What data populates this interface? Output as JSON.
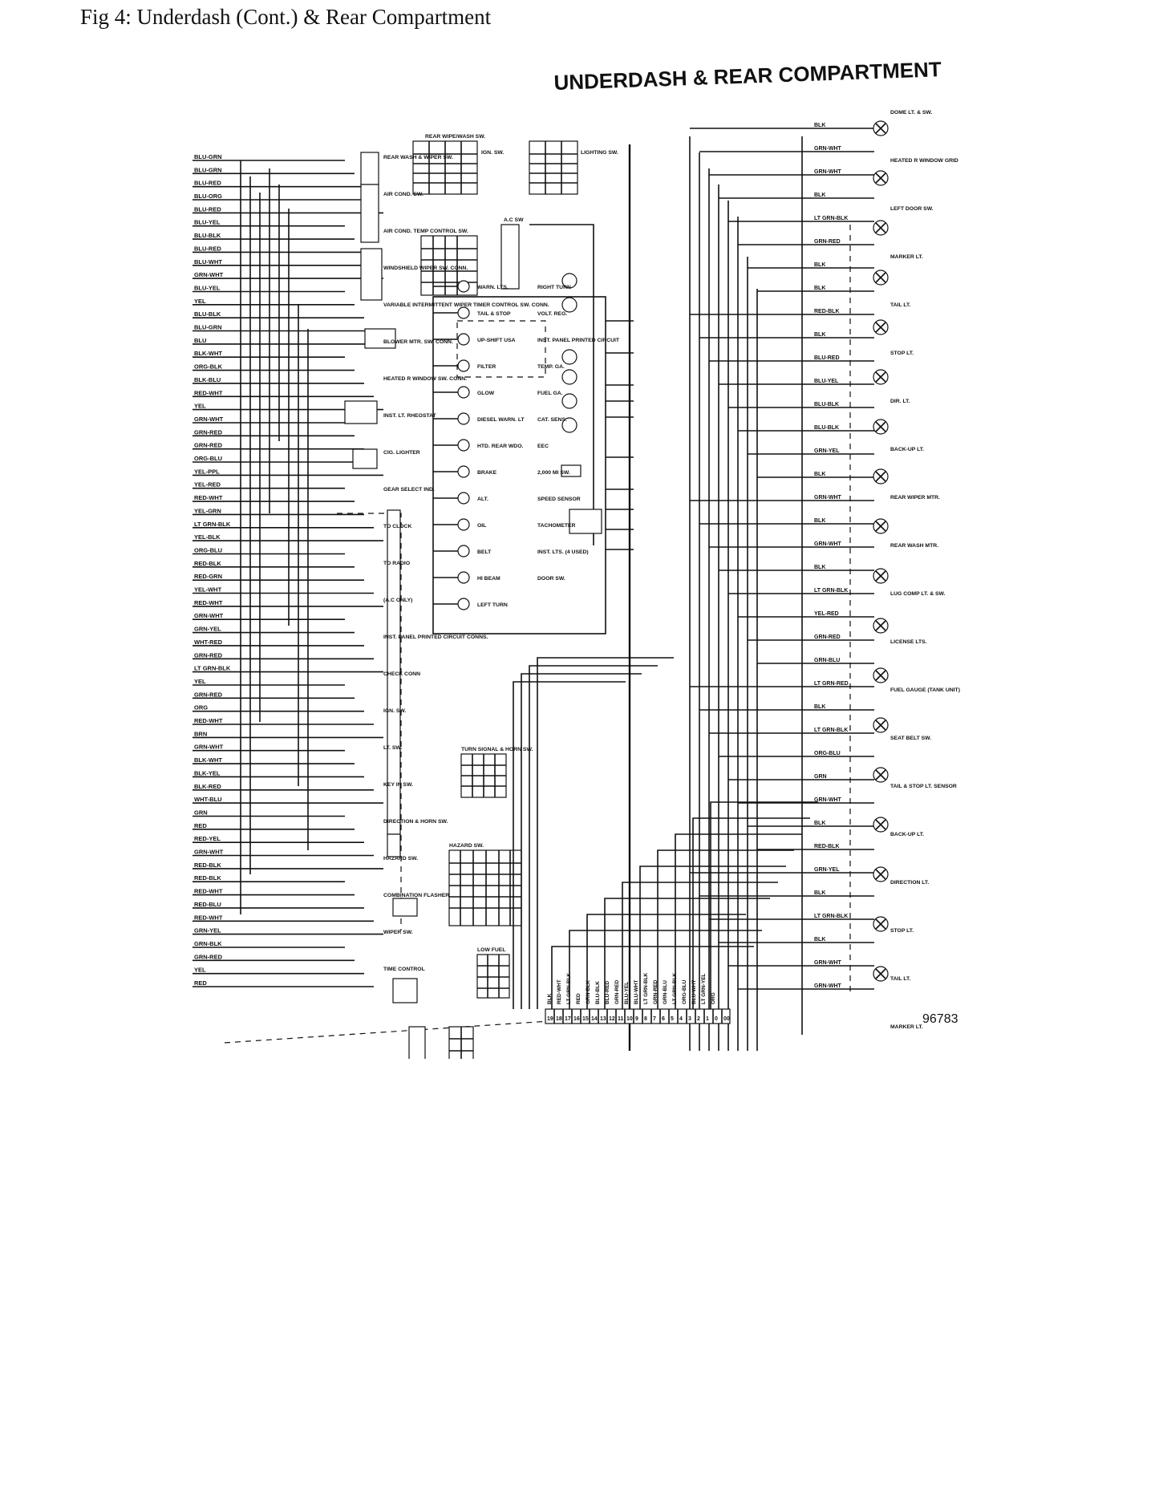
{
  "page": {
    "caption": "Fig 4: Underdash (Cont.) & Rear Compartment"
  },
  "diagram": {
    "title": "UNDERDASH & REAR COMPARTMENT",
    "code": "96783",
    "left_wire_labels": [
      "BLU-GRN",
      "BLU-GRN",
      "BLU-RED",
      "BLU-ORG",
      "BLU-RED",
      "BLU-YEL",
      "BLU-BLK",
      "BLU-RED",
      "BLU-WHT",
      "GRN-WHT",
      "BLU-YEL",
      "YEL",
      "BLU-BLK",
      "BLU-GRN",
      "BLU",
      "BLK-WHT",
      "ORG-BLK",
      "BLK-BLU",
      "RED-WHT",
      "YEL",
      "GRN-WHT",
      "GRN-RED",
      "GRN-RED",
      "ORG-BLU",
      "YEL-PPL",
      "YEL-RED",
      "RED-WHT",
      "YEL-GRN",
      "LT GRN-BLK",
      "YEL-BLK",
      "ORG-BLU",
      "RED-BLK",
      "RED-GRN",
      "YEL-WHT",
      "RED-WHT",
      "GRN-WHT",
      "GRN-YEL",
      "WHT-RED",
      "GRN-RED",
      "LT GRN-BLK",
      "YEL",
      "GRN-RED",
      "ORG",
      "RED-WHT",
      "BRN",
      "GRN-WHT",
      "BLK-WHT",
      "BLK-YEL",
      "BLK-RED",
      "WHT-BLU",
      "GRN",
      "RED",
      "RED-YEL",
      "GRN-WHT",
      "RED-BLK",
      "RED-BLK",
      "RED-WHT",
      "RED-BLU",
      "RED-WHT",
      "GRN-YEL",
      "GRN-BLK",
      "GRN-RED",
      "YEL",
      "RED"
    ],
    "component_labels": [
      "REAR WASH & WIPER SW.",
      "AIR COND. SW.",
      "AIR COND. TEMP CONTROL SW.",
      "WINDSHIELD WIPER SW. CONN.",
      "VARIABLE INTERMITTENT WIPER TIMER CONTROL SW. CONN.",
      "BLOWER MTR. SW. CONN.",
      "HEATED R WINDOW SW. CONN.",
      "INST. LT. RHEOSTAT",
      "CIG. LIGHTER",
      "GEAR SELECT IND.",
      "TO CLOCK",
      "TO RADIO",
      "(A.C ONLY)",
      "INST. PANEL PRINTED CIRCUIT CONNS.",
      "CHECK CONN",
      "IGN. SW.",
      "LT. SW.",
      "KEY IN SW.",
      "DIRECTION & HORN SW.",
      "HAZARD SW.",
      "COMBINATION FLASHER",
      "WIPER SW.",
      "TIME CONTROL",
      "REAR WIPE/WASH SW.",
      "A.C SW",
      "IGN. SW.",
      "LIGHTING SW.",
      "TURN SIGNAL & HORN SW.",
      "HAZARD SW.",
      "LOW FUEL",
      "WARN. LTS.",
      "TAIL & STOP",
      "UP-SHIFT USA",
      "FILTER",
      "GLOW",
      "DIESEL WARN. LT",
      "HTD. REAR WDO.",
      "BRAKE",
      "ALT.",
      "OIL",
      "BELT",
      "HI BEAM",
      "LEFT TURN",
      "RIGHT TURN",
      "VOLT. REG.",
      "INST. PANEL PRINTED CIRCUIT",
      "TEMP. GA.",
      "FUEL GA.",
      "CAT. SENS.",
      "EEC",
      "2,000 MI SW.",
      "SPEED SENSOR",
      "TACHOMETER",
      "INST. LTS. (4 USED)",
      "DOOR SW.",
      "DOME LT. & SW.",
      "HEATED R WINDOW GRID",
      "LEFT DOOR SW.",
      "MARKER LT.",
      "TAIL LT.",
      "STOP LT.",
      "DIR. LT.",
      "BACK-UP LT.",
      "REAR WIPER MTR.",
      "REAR WASH MTR.",
      "LUG COMP LT. & SW.",
      "LICENSE LTS.",
      "FUEL GAUGE (TANK UNIT)",
      "SEAT BELT SW.",
      "TAIL & STOP LT. SENSOR",
      "BACK-UP LT.",
      "DIRECTION LT.",
      "STOP LT.",
      "TAIL LT.",
      "MARKER LT."
    ],
    "right_wire_labels": [
      "BLK",
      "GRN-WHT",
      "GRN-WHT",
      "BLK",
      "LT GRN-BLK",
      "GRN-RED",
      "BLK",
      "BLK",
      "RED-BLK",
      "BLK",
      "BLU-RED",
      "BLU-YEL",
      "BLU-BLK",
      "BLU-BLK",
      "GRN-YEL",
      "BLK",
      "GRN-WHT",
      "BLK",
      "GRN-WHT",
      "BLK",
      "LT GRN-BLK",
      "YEL-RED",
      "GRN-RED",
      "GRN-BLU",
      "LT GRN-RED",
      "BLK",
      "LT GRN-BLK",
      "ORG-BLU",
      "GRN",
      "GRN-WHT",
      "BLK",
      "RED-BLK",
      "GRN-YEL",
      "BLK",
      "LT GRN-BLK",
      "BLK",
      "GRN-WHT",
      "GRN-WHT"
    ],
    "bottom_connector_pins": [
      "19",
      "18",
      "17",
      "16",
      "15",
      "14",
      "13",
      "12",
      "11",
      "10",
      "9",
      "8",
      "7",
      "6",
      "5",
      "4",
      "3",
      "2",
      "1",
      "0",
      "00"
    ],
    "bottom_wire_labels": [
      "BLK",
      "RED-WHT",
      "LT GRN-BLK",
      "RED",
      "GRN-BLK",
      "BLU-BLK",
      "BLU-RED",
      "GRN-RED",
      "BLU-YEL",
      "BLU-WHT",
      "LT GRN-BLK",
      "GRN-RED",
      "GRN-BLU",
      "LT GRN-BLK",
      "ORG-BLU",
      "BLU-WHT",
      "LT GRN-YEL",
      "ORG"
    ]
  }
}
